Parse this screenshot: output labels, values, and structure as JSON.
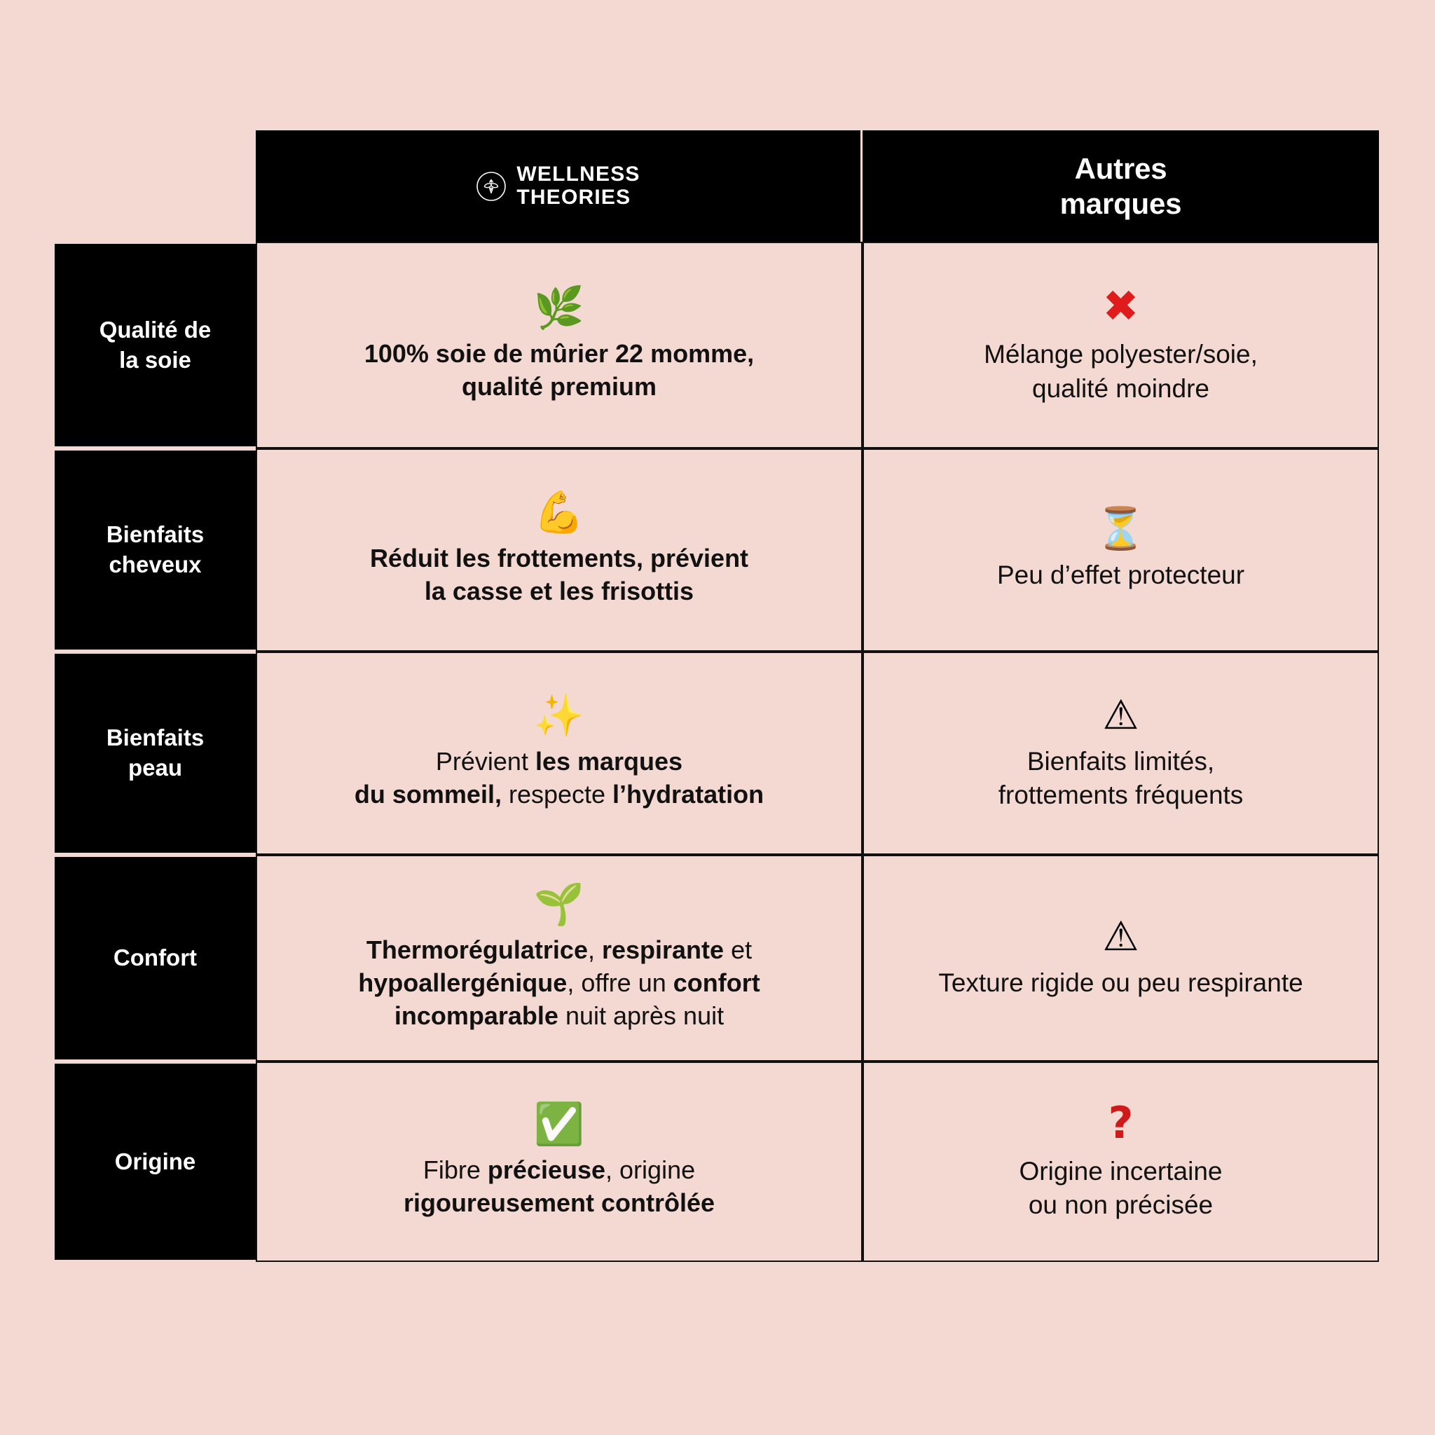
{
  "background_color": "#f4d9d2",
  "accent_dark": "#000000",
  "header": {
    "brand_logo_icon": "bee-emblem-icon",
    "brand_line1": "WELLNESS",
    "brand_line2": "THEORIES",
    "other_line1": "Autres",
    "other_line2": "marques"
  },
  "rows": [
    {
      "label": "Qualité de\nla soie",
      "label_l1": "Qualité de",
      "label_l2": "la soie",
      "brand": {
        "icon": "herb-emoji",
        "icon_glyph": "🌿",
        "text_l1": "100% soie de mûrier 22 momme,",
        "text_l2": "qualité premium",
        "weight": "bold"
      },
      "other": {
        "icon": "cross-mark-emoji",
        "icon_glyph": "✖",
        "icon_color": "#e01b1b",
        "text_l1": "Mélange polyester/soie,",
        "text_l2": "qualité moindre"
      }
    },
    {
      "label_l1": "Bienfaits",
      "label_l2": "cheveux",
      "brand": {
        "icon": "flexed-biceps-emoji",
        "icon_glyph": "💪",
        "text_l1": "Réduit les frottements, prévient",
        "text_l2": "la casse et les frisottis",
        "weight": "bold"
      },
      "other": {
        "icon": "hourglass-emoji",
        "icon_glyph": "⏳",
        "text_l1": "Peu d’effet protecteur",
        "text_l2": ""
      }
    },
    {
      "label_l1": "Bienfaits",
      "label_l2": "peau",
      "brand": {
        "icon": "sparkles-emoji",
        "icon_glyph": "✨",
        "rich_l1_a": "Prévient ",
        "rich_l1_b": "les marques",
        "rich_l2_a": "du sommeil,",
        "rich_l2_b": " respecte ",
        "rich_l2_c": "l’hydratation"
      },
      "other": {
        "icon": "warning-emoji",
        "icon_glyph": "⚠",
        "text_l1": "Bienfaits limités,",
        "text_l2": "frottements fréquents"
      }
    },
    {
      "label_l1": "Confort",
      "label_l2": "",
      "brand": {
        "icon": "seedling-emoji",
        "icon_glyph": "🌱",
        "rich_l1_a": "Thermorégulatrice",
        "rich_l1_b": ", ",
        "rich_l1_c": "respirante",
        "rich_l1_d": " et",
        "rich_l2_a": "hypoallergénique",
        "rich_l2_b": ", offre un ",
        "rich_l2_c": "confort",
        "rich_l3_a": "incomparable",
        "rich_l3_b": " nuit après nuit"
      },
      "other": {
        "icon": "warning-emoji",
        "icon_glyph": "⚠",
        "text_l1": "Texture rigide ou peu respirante",
        "text_l2": ""
      }
    },
    {
      "label_l1": "Origine",
      "label_l2": "",
      "brand": {
        "icon": "check-mark-button-emoji",
        "icon_glyph": "✅",
        "rich_l1_a": "Fibre ",
        "rich_l1_b": "précieuse",
        "rich_l1_c": ", origine",
        "rich_l2_a": "rigoureusement contrôlée"
      },
      "other": {
        "icon": "question-mark-icon",
        "icon_glyph": "?",
        "icon_color": "#cf1a1a",
        "text_l1": "Origine incertaine",
        "text_l2": "ou non précisée"
      }
    }
  ]
}
